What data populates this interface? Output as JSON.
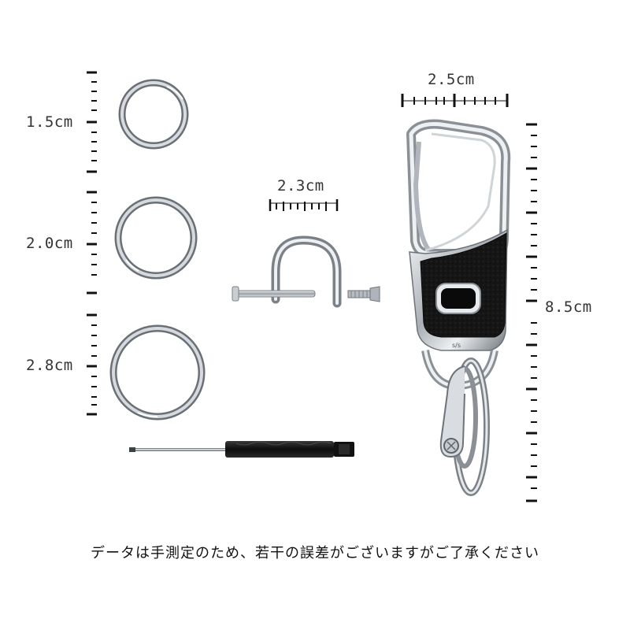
{
  "labels": {
    "ring_small": "1.5cm",
    "ring_medium": "2.0cm",
    "ring_large": "2.8cm",
    "shackle_width": "2.3cm",
    "carabiner_width": "2.5cm",
    "carabiner_length": "8.5cm"
  },
  "note": "データは手測定のため、若干の誤差がございますがご了承ください",
  "colors": {
    "steel_light": "#e6e9ec",
    "steel_mid": "#a7adb3",
    "steel_dark": "#5f656b",
    "leather": "#141414",
    "ruler": "#111111"
  }
}
